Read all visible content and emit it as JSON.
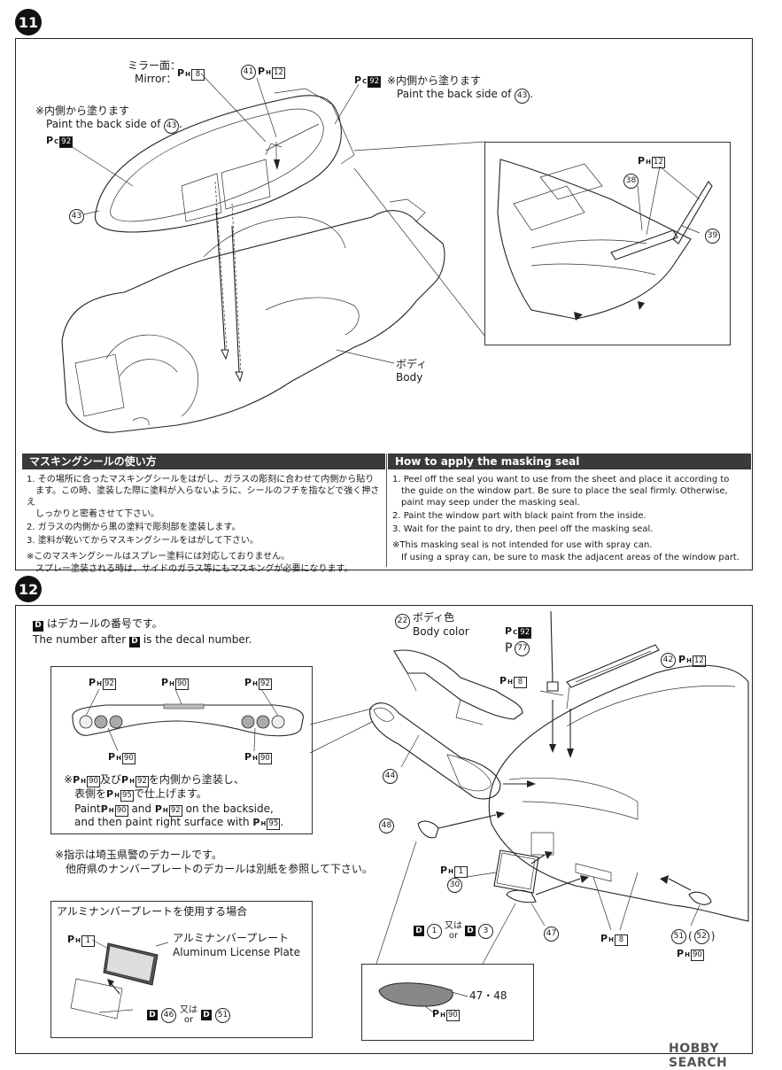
{
  "step11": {
    "badge": "11",
    "mirror": {
      "jp": "ミラー面：",
      "en": "Mirror：",
      "paint_prefix": "P",
      "paint_sub": "H",
      "paint_code": "8"
    },
    "part41": {
      "num": "41",
      "paint_prefix": "P",
      "paint_sub": "H",
      "paint_code": "12"
    },
    "paint_pc92_top": {
      "prefix": "P",
      "sub": "C",
      "code": "92"
    },
    "note_right": {
      "jp": "※内側から塗ります",
      "en": "Paint the back side of",
      "ref": "43"
    },
    "note_left": {
      "jp": "※内側から塗ります",
      "en": "Paint the back side of",
      "ref": "43"
    },
    "paint_pc92_left": {
      "prefix": "P",
      "sub": "C",
      "code": "92"
    },
    "part43": "43",
    "body": {
      "jp": "ボディ",
      "en": "Body"
    },
    "inset": {
      "paint_prefix": "P",
      "paint_sub": "H",
      "paint_code": "12",
      "part38": "38",
      "part39": "39"
    },
    "masking": {
      "jp_title": "マスキングシールの使い方",
      "en_title": "How to apply the masking seal",
      "jp_items": [
        "1. その場所に合ったマスキングシールをはがし、ガラスの彫刻に合わせて内側から貼り",
        "　ます。この時、塗装した際に塗料が入らないように、シールのフチを指などで強く押さえ",
        "　しっかりと密着させて下さい。",
        "2. ガラスの内側から黒の塗料で彫刻部を塗装します。",
        "3. 塗料が乾いてからマスキングシールをはがして下さい。"
      ],
      "jp_notes": [
        "※このマスキングシールはスプレー塗料には対応しておりません。",
        "　スプレー塗装される時は、サイドのガラス等にもマスキングが必要になります。"
      ],
      "en_items": [
        "1. Peel off the seal you want to use from the sheet and place it according to",
        "　the guide on the window part. Be sure to place the seal firmly. Otherwise,",
        "　paint may seep under the masking seal.",
        "2. Paint the window part with black paint from the inside.",
        "3. Wait for the paint to dry, then peel off the masking seal."
      ],
      "en_notes": [
        "※This masking seal is not intended for use with spray can.",
        "　If using a spray can, be sure to mask the adjacent areas of the window part."
      ]
    }
  },
  "step12": {
    "badge": "12",
    "decal_note": {
      "letter": "D",
      "jp": "はデカールの番号です。",
      "en_a": "The number after",
      "en_b": "is the decal number."
    },
    "part22": {
      "num": "22",
      "jp": "ボディ色",
      "en": "Body color"
    },
    "paint_pc92": {
      "prefix": "P",
      "sub": "C",
      "code": "92"
    },
    "p77": {
      "prefix": "P",
      "num": "77"
    },
    "ph8_top": {
      "prefix": "P",
      "sub": "H",
      "code": "8"
    },
    "part42": {
      "num": "42",
      "paint_prefix": "P",
      "paint_sub": "H",
      "paint_code": "12"
    },
    "taillight_inset": {
      "ph92_left": "92",
      "ph90_top": "90",
      "ph92_right": "92",
      "ph90_bl": "90",
      "ph90_br": "90",
      "note_jp_a": "※",
      "note_jp_b": "及び",
      "note_jp_c": "を内側から塗装し、",
      "note_jp_d": "表側を",
      "note_jp_e": "で仕上げます。",
      "note_en_a": "Paint",
      "note_en_b": "and",
      "note_en_c": "on the backside,",
      "note_en_d": "and then paint right surface with",
      "note_en_e": ".",
      "ref90": "90",
      "ref92": "92",
      "ref95": "95",
      "paint_prefix": "P",
      "paint_sub": "H"
    },
    "part44": "44",
    "part48": "48",
    "ph1": {
      "prefix": "P",
      "sub": "H",
      "code": "1"
    },
    "part30": "30",
    "decal_choice": {
      "d1": "1",
      "or_jp": "又は",
      "or_en": "or",
      "d3": "3"
    },
    "part47": "47",
    "ph8_bottom": {
      "prefix": "P",
      "sub": "H",
      "code": "8"
    },
    "part51": "51",
    "part52": "52",
    "ph90_right": {
      "prefix": "P",
      "sub": "H",
      "code": "90"
    },
    "saitama_note": [
      "※指示は埼玉県警のデカールです。",
      "　他府県のナンバープレートのデカールは別紙を参照して下さい。"
    ],
    "aluminum": {
      "title": "アルミナンバープレートを使用する場合",
      "ph1": "1",
      "label_jp": "アルミナンバープレート",
      "label_en": "Aluminum License Plate",
      "d46": "46",
      "or_jp": "又は",
      "or_en": "or",
      "d51": "51"
    },
    "reflector_inset": {
      "parts": "47・48",
      "ph90": "90"
    }
  },
  "watermark": "HOBBY SEARCH"
}
